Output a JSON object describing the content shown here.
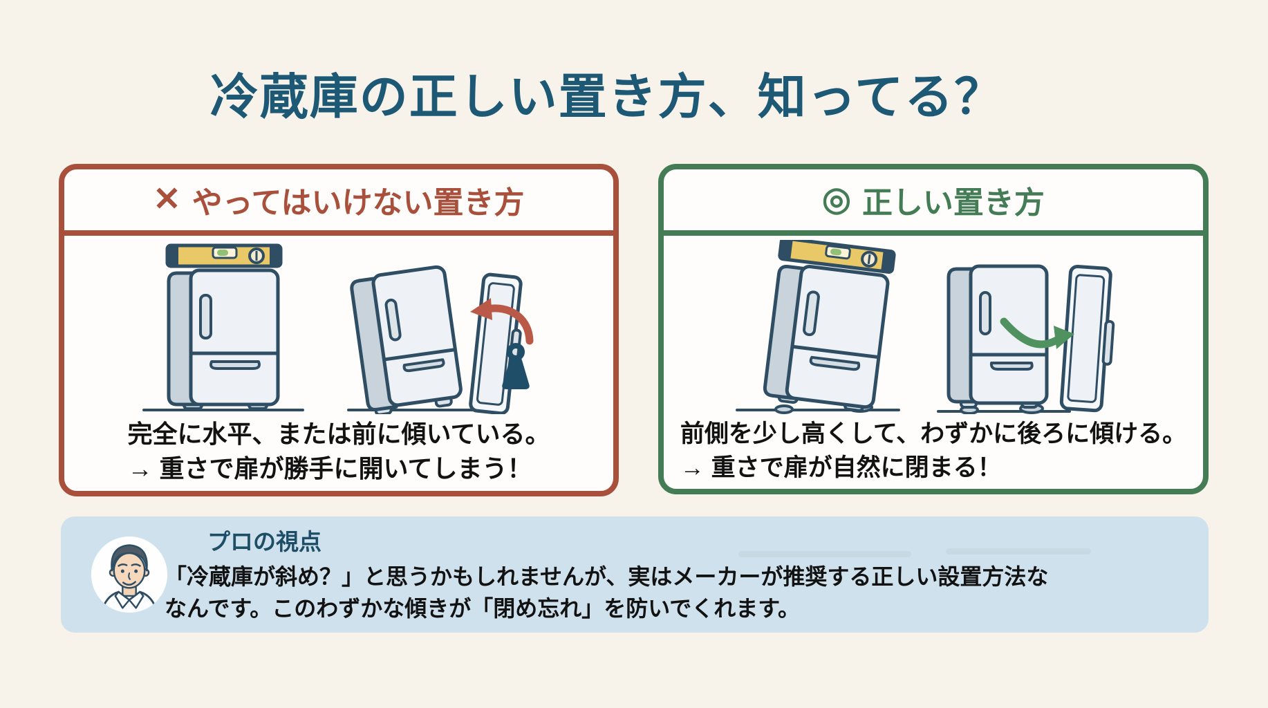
{
  "title": "冷蔵庫の正しい置き方、知ってる？",
  "panels": {
    "bad": {
      "mark": "✕",
      "heading": "やってはいけない置き方",
      "caption_line1": "完全に水平、または前に傾いている。",
      "caption_line2": "→ 重さで扉が勝手に開いてしまう！",
      "accent_color": "#a8503c",
      "illustrations": [
        "upright-fridge-with-spirit-level",
        "fridge-tilted-forward-door-opening-by-weight"
      ]
    },
    "good": {
      "mark": "◎",
      "heading": "正しい置き方",
      "caption_line1": "前側を少し高くして、わずかに後ろに傾ける。",
      "caption_line2": "→ 重さで扉が自然に閉まる！",
      "accent_color": "#447c55",
      "illustrations": [
        "back-tilted-fridge-with-spirit-level",
        "fridge-door-closing-naturally"
      ]
    }
  },
  "pro_tip": {
    "heading": "プロの視点",
    "body_line1": "「冷蔵庫が斜め？」と思うかもしれませんが、実はメーカーが推奨する正しい設置方法な",
    "body_line2": "なんです。このわずかな傾きが「閉め忘れ」を防いでくれます。",
    "heading_color": "#1d4e66",
    "background_color": "#cfe1ec"
  },
  "colors": {
    "page_background": "#f7f3ea",
    "panel_background": "#fefdfb",
    "title_color": "#1d5875",
    "illustration_outline": "#2f4d63",
    "level_gold": "#e9c868",
    "level_bubble_green": "#93c077",
    "weight_navy": "#1f4e69",
    "arrow_red": "#bb5948",
    "arrow_green": "#4f9260",
    "body_text": "#121212"
  }
}
